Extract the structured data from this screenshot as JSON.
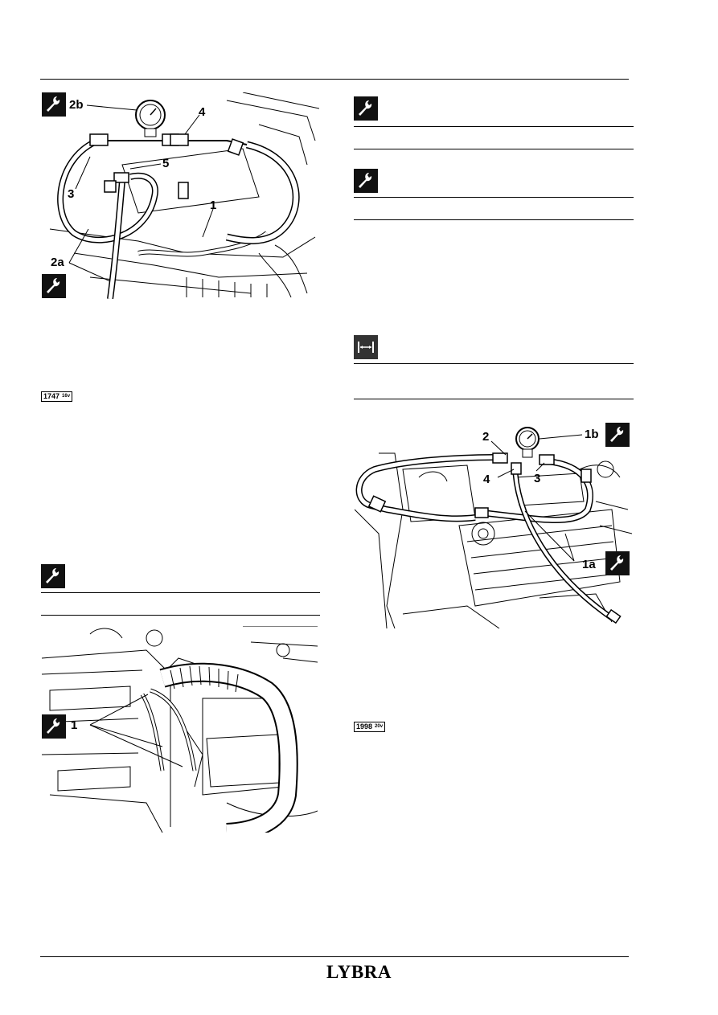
{
  "page": {
    "footer_title": "LYBRA"
  },
  "figure_top_left": {
    "callouts": {
      "c_2b": "2b",
      "c_4": "4",
      "c_5": "5",
      "c_3": "3",
      "c_1": "1",
      "c_2a": "2a"
    },
    "icons": [
      "wrench-icon",
      "wrench-icon"
    ]
  },
  "figure_bottom_left": {
    "callouts": {
      "c_1": "1"
    },
    "icons": [
      "wrench-icon"
    ]
  },
  "figure_right": {
    "callouts": {
      "c_2": "2",
      "c_1b": "1b",
      "c_4": "4",
      "c_3": "3",
      "c_1a": "1a"
    },
    "icons": [
      "wrench-icon",
      "wrench-icon"
    ]
  },
  "badges": {
    "left": {
      "number": "1747",
      "suffix": "16v"
    },
    "right": {
      "number": "1998",
      "suffix": "20v"
    }
  },
  "section_icons": {
    "right_1": "wrench-icon",
    "right_2": "wrench-icon",
    "right_3": "measure-icon",
    "left_1": "wrench-icon"
  }
}
